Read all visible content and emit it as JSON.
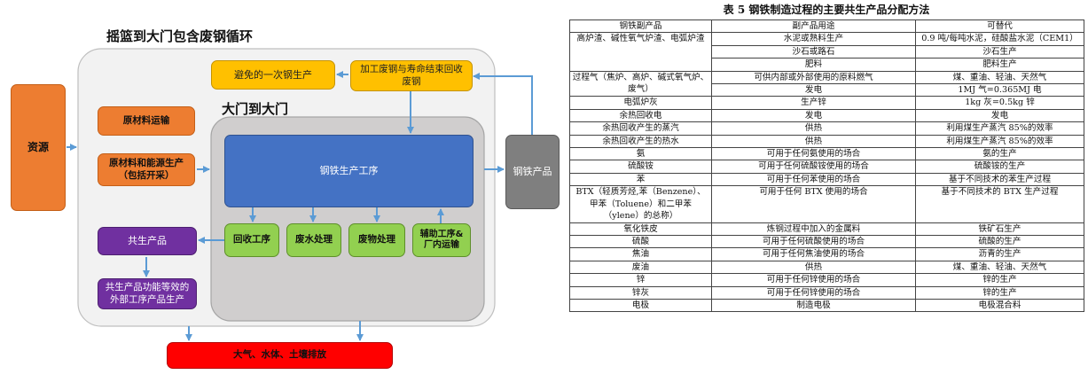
{
  "diagram": {
    "title": "摇篮到大门包含废钢循环",
    "inner_title": "大门到大门",
    "resources": "资源",
    "avoided_primary": "避免的一次钢生产",
    "scrap_processing": "加工废钢与寿命结束回收废钢",
    "raw_transport": "原材料运输",
    "raw_energy_production": "原材料和能源生产（包括开采）",
    "steel_process": "钢铁生产工序",
    "recovery": "回收工序",
    "wastewater": "废水处理",
    "solid_waste": "废物处理",
    "auxiliary": "辅助工序&厂内运输",
    "coproducts": "共生产品",
    "equivalent_external": "共生产品功能等效的外部工序产品生产",
    "steel_products": "钢铁产品",
    "emissions": "大气、水体、土壤排放"
  },
  "table": {
    "title": "表 5 钢铁制造过程的主要共生产品分配方法",
    "headers": [
      "钢铁副产品",
      "副产品用途",
      "可替代"
    ],
    "rows": [
      [
        "高炉渣、碱性氧气炉渣、电弧炉渣",
        "水泥或熟料生产",
        "0.9 吨/每吨水泥，硅酸盐水泥（CEM1）"
      ],
      [
        "",
        "沙石或路石",
        "沙石生产"
      ],
      [
        "",
        "肥料",
        "肥料生产"
      ],
      [
        "过程气（焦炉、高炉、碱式氧气炉、废气）",
        "可供内部或外部使用的原料燃气",
        "煤、重油、轻油、天然气"
      ],
      [
        "",
        "发电",
        "1MJ 气=0.365MJ 电"
      ],
      [
        "电弧炉灰",
        "生产锌",
        "1kg 灰=0.5kg 锌"
      ],
      [
        "余热回收电",
        "发电",
        "发电"
      ],
      [
        "余热回收产生的蒸汽",
        "供热",
        "利用煤生产蒸汽 85%的效率"
      ],
      [
        "余热回收产生的热水",
        "供热",
        "利用煤生产蒸汽 85%的效率"
      ],
      [
        "氨",
        "可用于任何氨使用的场合",
        "氨的生产"
      ],
      [
        "硫酸铵",
        "可用于任何硫酸铵使用的场合",
        "硫酸铵的生产"
      ],
      [
        "苯",
        "可用于任何苯使用的场合",
        "基于不同技术的苯生产过程"
      ],
      [
        "BTX（轻质芳烃,苯（Benzene）、甲苯（Toluene）和二甲苯（ylene）的总称）",
        "可用于任何 BTX 使用的场合",
        "基于不同技术的 BTX 生产过程"
      ],
      [
        "氧化铁皮",
        "炼钢过程中加入的金属料",
        "铁矿石生产"
      ],
      [
        "硫酸",
        "可用于任何硫酸使用的场合",
        "硫酸的生产"
      ],
      [
        "焦油",
        "可用于任何焦油使用的场合",
        "沥青的生产"
      ],
      [
        "废油",
        "供热",
        "煤、重油、轻油、天然气"
      ],
      [
        "锌",
        "可用于任何锌使用的场合",
        "锌的生产"
      ],
      [
        "锌灰",
        "可用于任何锌使用的场合",
        "锌的生产"
      ],
      [
        "电极",
        "制造电极",
        "电极混合料"
      ]
    ]
  },
  "colors": {
    "orange": "#ed7d31",
    "yellow": "#ffc000",
    "green": "#92d050",
    "purple": "#7030a0",
    "blue": "#4472c4",
    "gray": "#7f7f7f",
    "red": "#ff0000",
    "arrow": "#5b9bd5"
  }
}
